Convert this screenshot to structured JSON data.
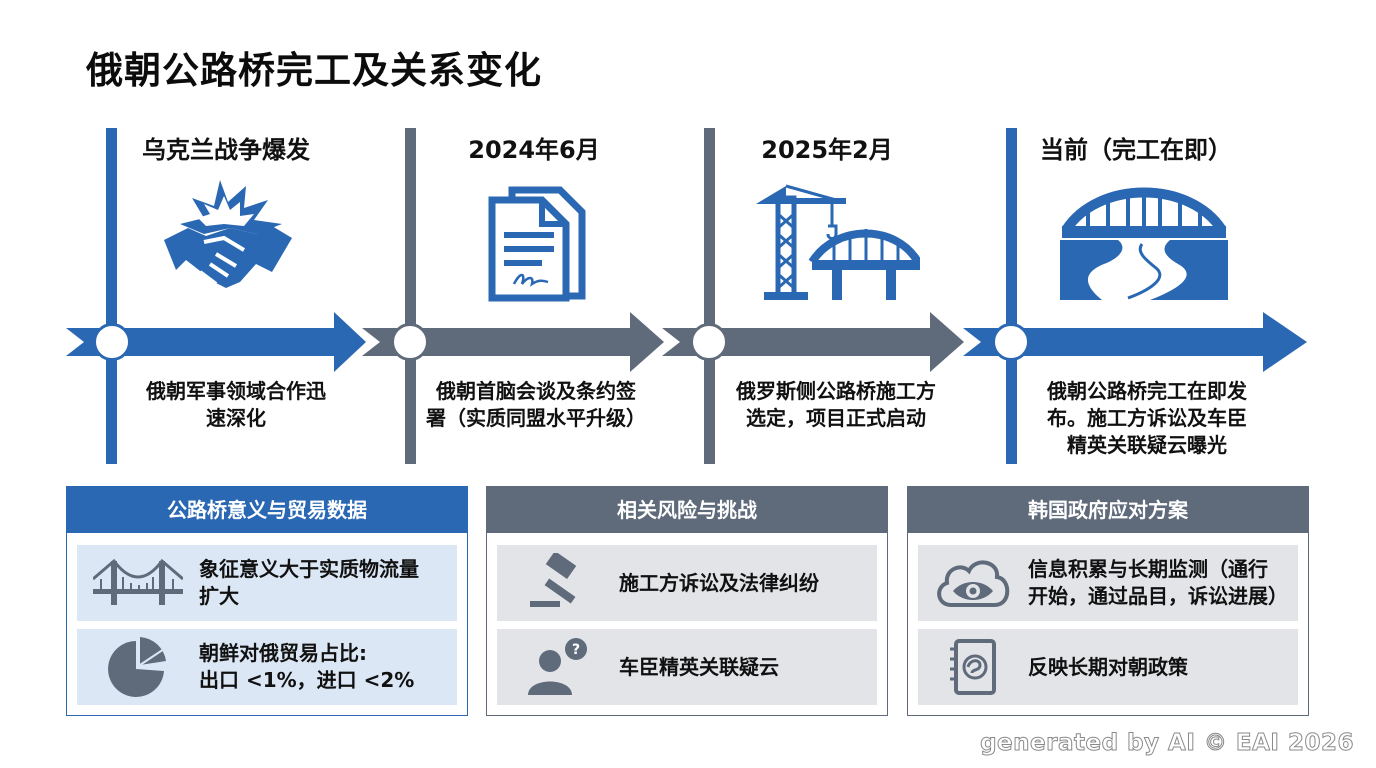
{
  "title": "俄朝公路桥完工及关系变化",
  "timeline": [
    {
      "date": "乌克兰战争爆发",
      "desc_lines": [
        "俄朝军事领域合作迅",
        "速深化"
      ],
      "icon": "handshake-explosion-icon",
      "color": "#2a68b4"
    },
    {
      "date": "2024年6月",
      "desc_lines": [
        "俄朝首脑会谈及条约签",
        "署（实质同盟水平升级）"
      ],
      "icon": "signed-document-icon",
      "color": "#5f6b7a"
    },
    {
      "date": "2025年2月",
      "desc_lines": [
        "俄罗斯侧公路桥施工方",
        "选定，项目正式启动"
      ],
      "icon": "crane-bridge-icon",
      "color": "#5f6b7a"
    },
    {
      "date": "当前（完工在即）",
      "desc_lines": [
        "俄朝公路桥完工在即发",
        "布。施工方诉讼及车臣",
        "精英关联疑云曝光"
      ],
      "icon": "bridge-river-icon",
      "color": "#2a68b4"
    }
  ],
  "panels": [
    {
      "header": "公路桥意义与贸易数据",
      "color": "#2a68b4",
      "items": [
        {
          "icon": "suspension-bridge-icon",
          "lines": [
            "象征意义大于实质物流量",
            "扩大"
          ]
        },
        {
          "icon": "pie-chart-icon",
          "lines": [
            "朝鲜对俄贸易占比:",
            "出口 <1%，进口 <2%"
          ]
        }
      ]
    },
    {
      "header": "相关风险与挑战",
      "color": "#5f6b7a",
      "items": [
        {
          "icon": "gavel-icon",
          "lines": [
            "施工方诉讼及法律纠纷"
          ]
        },
        {
          "icon": "person-question-icon",
          "lines": [
            "车臣精英关联疑云"
          ]
        }
      ]
    },
    {
      "header": "韩国政府应对方案",
      "color": "#5f6b7a",
      "items": [
        {
          "icon": "cloud-eye-icon",
          "lines": [
            "信息积累与长期监测（通行",
            "开始，通过品目，诉讼进展）"
          ]
        },
        {
          "icon": "policy-book-icon",
          "lines": [
            "反映长期对朝政策"
          ]
        }
      ]
    }
  ],
  "footer": "generated by AI © EAI 2026"
}
